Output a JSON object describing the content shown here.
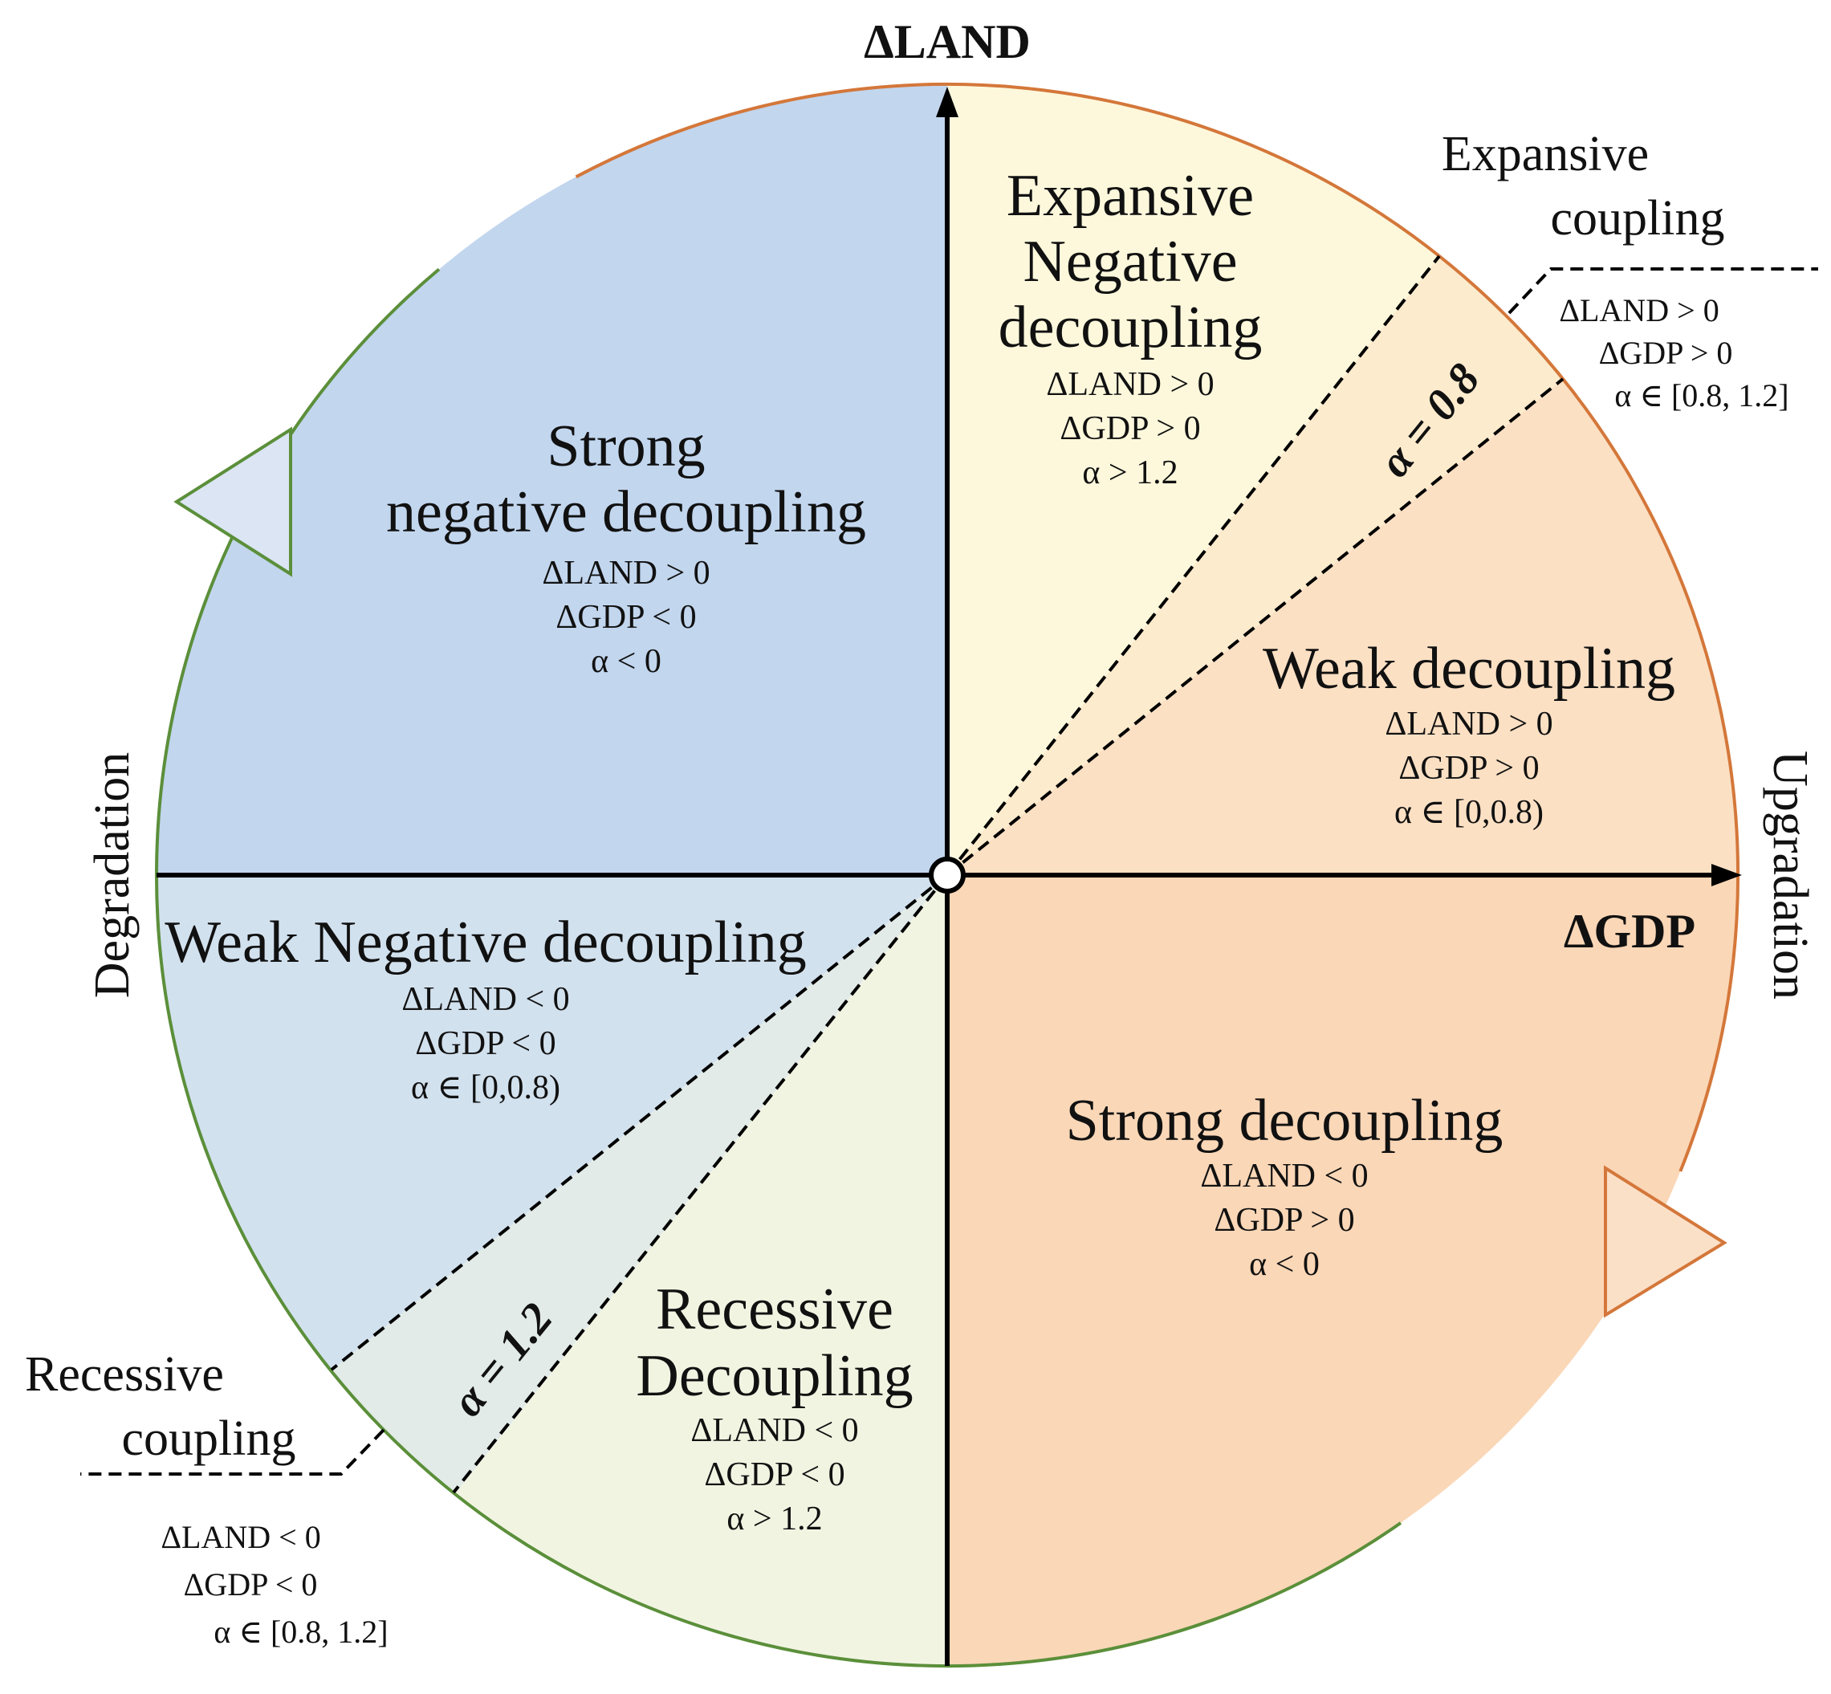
{
  "colors": {
    "strong_negative": "#c2d6ee",
    "weak_negative": "#d2e1ee",
    "recessive_coupling": "#e2ebe7",
    "recessive_decoupling": "#f2f4e2",
    "strong_decoupling": "#fad7b7",
    "weak_decoupling": "#fbe0c4",
    "expansive_coupling": "#fdebcd",
    "expansive_negative": "#fdf8dc",
    "degradation": "#5b8f3a",
    "upgradation": "#d4773a",
    "axis": "#000000"
  },
  "axes": {
    "y_label": "ΔLAND",
    "x_label": "ΔGDP"
  },
  "sides": {
    "left": "Degradation",
    "right": "Upgradation"
  },
  "alpha_lines": {
    "upper": "α = 0.8",
    "lower": "α = 1.2"
  },
  "sectors": {
    "strong_negative": {
      "title": [
        "Strong",
        "negative decoupling"
      ],
      "conditions": [
        "ΔLAND > 0",
        "ΔGDP < 0",
        "α < 0"
      ]
    },
    "expansive_negative": {
      "title": [
        "Expansive",
        "Negative",
        "decoupling"
      ],
      "conditions": [
        "ΔLAND > 0",
        "ΔGDP > 0",
        "α  > 1.2"
      ]
    },
    "expansive_coupling": {
      "title": [
        "Expansive",
        "coupling"
      ],
      "conditions": [
        "ΔLAND > 0",
        "ΔGDP > 0",
        "α ∈ [0.8, 1.2]"
      ]
    },
    "weak_decoupling": {
      "title": [
        "Weak decoupling"
      ],
      "conditions": [
        "ΔLAND > 0",
        "ΔGDP > 0",
        "α ∈ [0,0.8)"
      ]
    },
    "weak_negative": {
      "title": [
        "Weak Negative decoupling"
      ],
      "conditions": [
        "ΔLAND < 0",
        "ΔGDP < 0",
        "α ∈ [0,0.8)"
      ]
    },
    "recessive_coupling": {
      "title": [
        "Recessive",
        "coupling"
      ],
      "conditions": [
        "ΔLAND < 0",
        "ΔGDP < 0",
        "α ∈ [0.8, 1.2]"
      ]
    },
    "recessive_decoupling": {
      "title": [
        "Recessive",
        "Decoupling"
      ],
      "conditions": [
        "ΔLAND < 0",
        "ΔGDP < 0",
        "α > 1.2"
      ]
    },
    "strong_decoupling": {
      "title": [
        "Strong decoupling"
      ],
      "conditions": [
        "ΔLAND < 0",
        "ΔGDP > 0",
        "α < 0"
      ]
    }
  }
}
